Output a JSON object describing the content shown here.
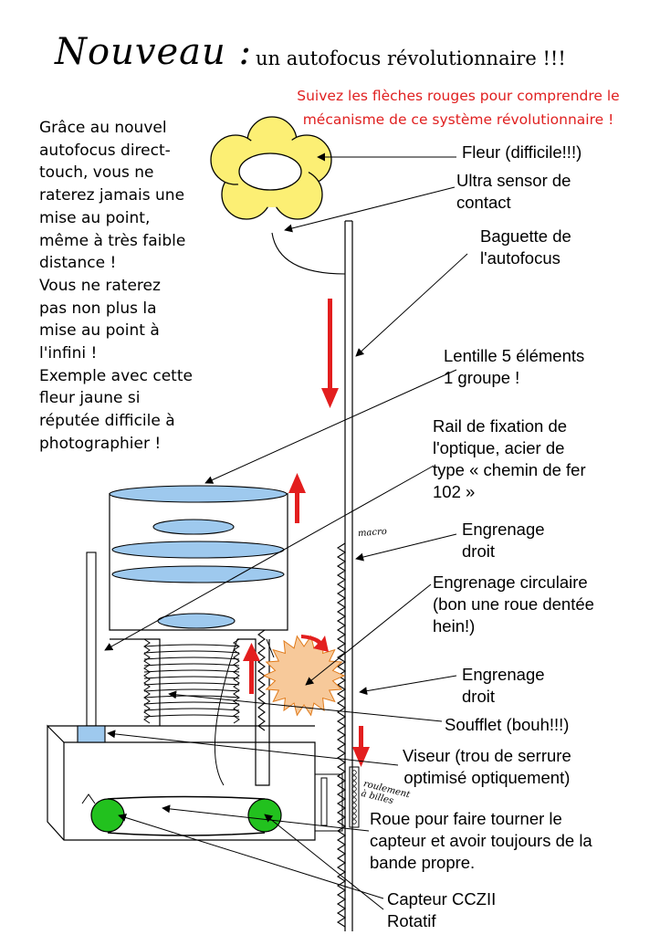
{
  "title": "Nouveau :",
  "subtitle": "un autofocus révolutionnaire !!!",
  "instructions": "Suivez les flèches rouges pour comprendre le mécanisme de ce système révolutionnaire !",
  "intro_lines": [
    "Grâce au nouvel",
    "autofocus direct-",
    "touch, vous ne",
    "raterez jamais une",
    "mise au point,",
    "même à très faible",
    "distance !",
    "Vous ne raterez",
    "pas non plus la",
    "mise au point à",
    "l'infini !",
    "Exemple avec cette",
    "fleur jaune si",
    "réputée difficile à",
    "photographier !"
  ],
  "labels": {
    "fleur": [
      "Fleur (difficile!!!)"
    ],
    "sensor": [
      "Ultra sensor de",
      "contact"
    ],
    "baguette": [
      "Baguette de",
      "l'autofocus"
    ],
    "lentille": [
      "Lentille 5 éléments",
      "1 groupe !"
    ],
    "rail": [
      "Rail de fixation de",
      "l'optique, acier de",
      "type « chemin de fer",
      "102 »"
    ],
    "engrenage_droit_1": [
      "Engrenage",
      "droit"
    ],
    "engrenage_circ": [
      "Engrenage circulaire",
      "(bon une roue dentée",
      "hein!)"
    ],
    "engrenage_droit_2": [
      "Engrenage",
      "droit"
    ],
    "soufflet": [
      "Soufflet (bouh!!!)"
    ],
    "viseur": [
      "Viseur (trou de serrure",
      "optimisé optiquement)"
    ],
    "roue": [
      "Roue pour faire tourner le",
      "capteur et avoir toujours de la",
      "bande propre."
    ],
    "capteur": [
      "Capteur CCZII",
      "Rotatif"
    ]
  },
  "annotations": {
    "macro": "macro",
    "roulement": "roulement à billes"
  },
  "colors": {
    "arrow": "#e31e1e",
    "flower": "#fcef74",
    "lens": "#9ec9ee",
    "gear": "#f7c99a",
    "sensor_wheel": "#22c11e"
  }
}
